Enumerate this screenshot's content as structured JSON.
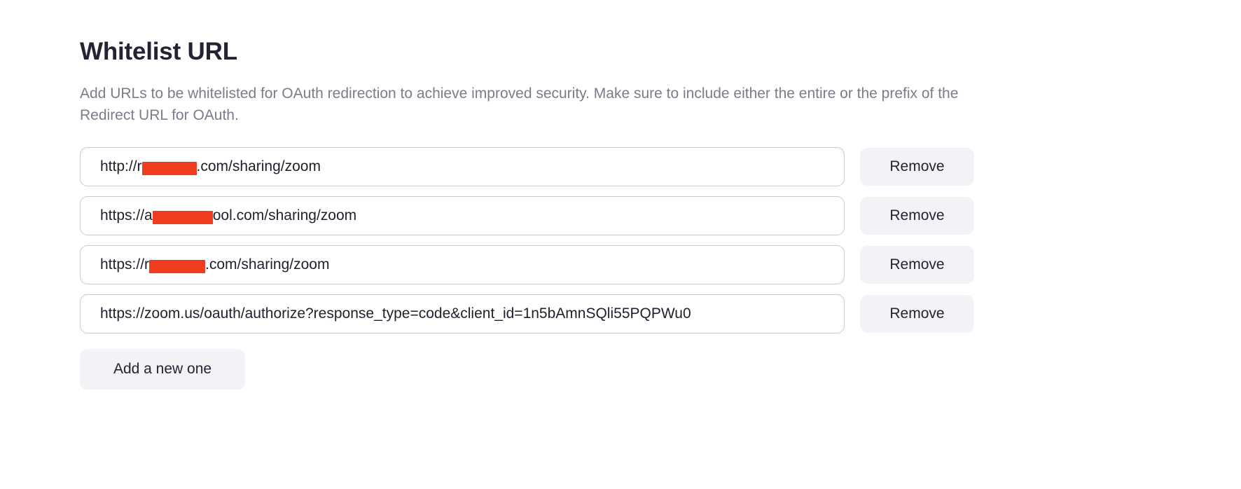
{
  "section": {
    "title": "Whitelist URL",
    "description": "Add URLs to be whitelisted for OAuth redirection to achieve improved security. Make sure to include either the entire or the prefix of the Redirect URL for OAuth."
  },
  "colors": {
    "redaction": "#ef3c1e",
    "title": "#232333",
    "description": "#7b7b8e",
    "input_border": "#c7c7d4",
    "button_background": "#f2f2f7",
    "page_background": "#ffffff"
  },
  "urls": [
    {
      "prefix": "http://r",
      "redacted": "██████",
      "suffix": ".com/sharing/zoom",
      "redacted_width": 78,
      "remove_label": "Remove"
    },
    {
      "prefix": "https://a",
      "redacted": "███████",
      "suffix": "ool.com/sharing/zoom",
      "redacted_width": 86,
      "remove_label": "Remove"
    },
    {
      "prefix": "https://r",
      "redacted": "██████",
      "suffix": ".com/sharing/zoom",
      "redacted_width": 80,
      "remove_label": "Remove"
    },
    {
      "prefix": "https://zoom.us/oauth/authorize?response_type=code&client_id=1n5bAmnSQli55PQPWu0",
      "redacted": "",
      "suffix": "",
      "redacted_width": 0,
      "remove_label": "Remove"
    }
  ],
  "add_button": {
    "label": "Add a new one"
  }
}
